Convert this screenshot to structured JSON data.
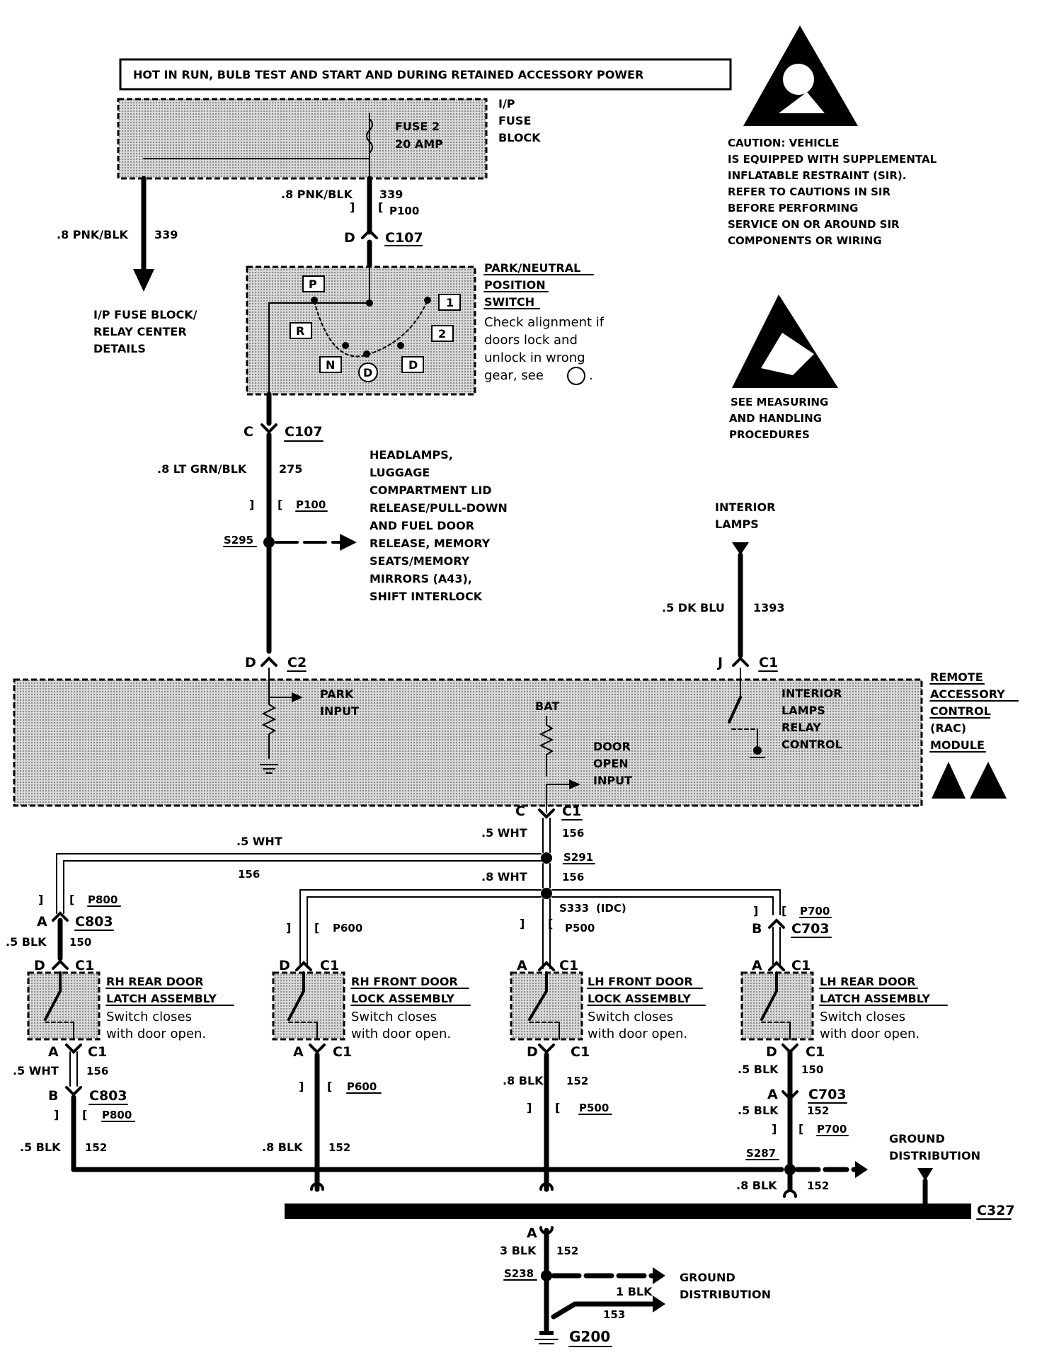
{
  "header": {
    "text": "HOT IN RUN, BULB TEST AND START AND DURING  RETAINED ACCESSORY POWER"
  },
  "fuse_block": {
    "fuse_name": "FUSE 2",
    "fuse_rating": "20 AMP",
    "label_lines": [
      "I/P",
      "FUSE",
      "BLOCK"
    ]
  },
  "caution": {
    "lines": [
      "CAUTION: VEHICLE",
      "IS EQUIPPED WITH SUPPLEMENTAL",
      "INFLATABLE RESTRAINT (SIR).",
      "REFER TO CAUTIONS IN SIR",
      "BEFORE PERFORMING",
      "SERVICE ON OR AROUND SIR",
      "COMPONENTS OR WIRING"
    ]
  },
  "esd": {
    "lines": [
      "SEE MEASURING",
      "AND HANDLING",
      "PROCEDURES"
    ]
  },
  "wires": {
    "w339_left": {
      "gauge": ".8 PNK/BLK",
      "circuit": "339"
    },
    "w339_right": {
      "gauge": ".8 PNK/BLK",
      "circuit": "339"
    },
    "w275": {
      "gauge": ".8 LT GRN/BLK",
      "circuit": "275"
    },
    "w1393": {
      "gauge": ".5 DK BLU",
      "circuit": "1393"
    },
    "w156_top": {
      "gauge": ".5 WHT",
      "circuit": "156"
    },
    "w156_a": {
      "gauge": ".5 WHT",
      "circuit": "156"
    },
    "w156_b": {
      "gauge": ".8 WHT",
      "circuit": "156"
    },
    "w150_rr": {
      "gauge": ".5 BLK",
      "circuit": "150"
    },
    "w156_rr": {
      "gauge": ".5 WHT",
      "circuit": "156"
    },
    "w152_rr": {
      "gauge": ".5 BLK",
      "circuit": "152"
    },
    "w152_rf": {
      "gauge": ".8 BLK",
      "circuit": "152"
    },
    "w152_lf": {
      "gauge": ".8 BLK",
      "circuit": "152"
    },
    "w150_lr": {
      "gauge": ".5 BLK",
      "circuit": "150"
    },
    "w152_lr": {
      "gauge": ".5 BLK",
      "circuit": "152"
    },
    "w152_s287": {
      "gauge": ".8 BLK",
      "circuit": "152"
    },
    "w152_g": {
      "gauge": "3 BLK",
      "circuit": "152"
    },
    "w153": {
      "gauge": "1 BLK",
      "circuit": "153"
    }
  },
  "fuse_dest": {
    "lines": [
      "I/P FUSE BLOCK/",
      "RELAY CENTER",
      "DETAILS"
    ]
  },
  "pnp_switch": {
    "label_lines": [
      "PARK/NEUTRAL",
      "POSITION",
      "SWITCH"
    ],
    "note_lines": [
      "Check alignment if",
      "doors lock and",
      "unlock in wrong",
      "gear, see"
    ],
    "note_end": ".",
    "positions": {
      "p": "P",
      "r": "R",
      "n": "N",
      "d": "D",
      "d2": "D",
      "one": "1",
      "two": "2"
    }
  },
  "connectors": {
    "p100_top": "P100",
    "c107_top": "C107",
    "c107_top_pin": "D",
    "c107_bot": "C107",
    "c107_bot_pin": "C",
    "p100_mid": "P100",
    "c2": "C2",
    "c2_pin": "D",
    "c1_j": "C1",
    "c1_j_pin": "J",
    "c1_c": "C1",
    "c1_c_pin": "C",
    "p800_top": "P800",
    "c803_top": "C803",
    "c803_top_pin": "A",
    "rr_c1_top": "C1",
    "rr_c1_top_pin": "D",
    "rr_c1_bot": "C1",
    "rr_c1_bot_pin": "A",
    "c803_bot": "C803",
    "c803_bot_pin": "B",
    "p800_bot": "P800",
    "p600_top": "P600",
    "rf_c1_top": "C1",
    "rf_c1_top_pin": "D",
    "rf_c1_bot": "C1",
    "rf_c1_bot_pin": "A",
    "p600_bot": "P600",
    "p500_top": "P500",
    "lf_c1_top": "C1",
    "lf_c1_top_pin": "A",
    "lf_c1_bot": "C1",
    "lf_c1_bot_pin": "D",
    "p500_bot": "P500",
    "p700_top": "P700",
    "c703_top": "C703",
    "c703_top_pin": "B",
    "lr_c1_top": "C1",
    "lr_c1_top_pin": "A",
    "lr_c1_bot": "C1",
    "lr_c1_bot_pin": "D",
    "c703_bot": "C703",
    "c703_bot_pin": "A",
    "p700_bot": "P700",
    "c327": "C327",
    "c327_pin": "A"
  },
  "splices": {
    "s295": "S295",
    "s291": "S291",
    "s333": "S333",
    "s333_note": "(IDC)",
    "s287": "S287",
    "s238": "S238"
  },
  "s295_dest": {
    "lines": [
      "HEADLAMPS,",
      "LUGGAGE",
      "COMPARTMENT LID",
      "RELEASE/PULL-DOWN",
      "AND FUEL DOOR",
      "RELEASE, MEMORY",
      "SEATS/MEMORY",
      "MIRRORS (A43),",
      "SHIFT INTERLOCK"
    ]
  },
  "interior_lamps": {
    "lines": [
      "INTERIOR",
      "LAMPS"
    ]
  },
  "rac": {
    "label_lines": [
      "REMOTE",
      "ACCESSORY",
      "CONTROL",
      "(RAC)",
      "MODULE"
    ],
    "park_input": [
      "PARK",
      "INPUT"
    ],
    "bat": "BAT",
    "door_open": [
      "DOOR",
      "OPEN",
      "INPUT"
    ],
    "relay": [
      "INTERIOR",
      "LAMPS",
      "RELAY",
      "CONTROL"
    ]
  },
  "doors": {
    "rr": {
      "label_lines": [
        "RH REAR DOOR",
        "LATCH ASSEMBLY"
      ],
      "note_lines": [
        "Switch closes",
        "with door open."
      ]
    },
    "rf": {
      "label_lines": [
        "RH FRONT DOOR",
        "LOCK ASSEMBLY"
      ],
      "note_lines": [
        "Switch closes",
        "with door open."
      ]
    },
    "lf": {
      "label_lines": [
        "LH FRONT DOOR",
        "LOCK ASSEMBLY"
      ],
      "note_lines": [
        "Switch closes",
        "with door open."
      ]
    },
    "lr": {
      "label_lines": [
        "LH REAR DOOR",
        "LATCH ASSEMBLY"
      ],
      "note_lines": [
        "Switch closes",
        "with door open."
      ]
    }
  },
  "ground_dist_right": {
    "lines": [
      "GROUND",
      "DISTRIBUTION"
    ]
  },
  "ground_dist_bottom": {
    "lines": [
      "GROUND",
      "DISTRIBUTION"
    ]
  },
  "ground": "G200"
}
